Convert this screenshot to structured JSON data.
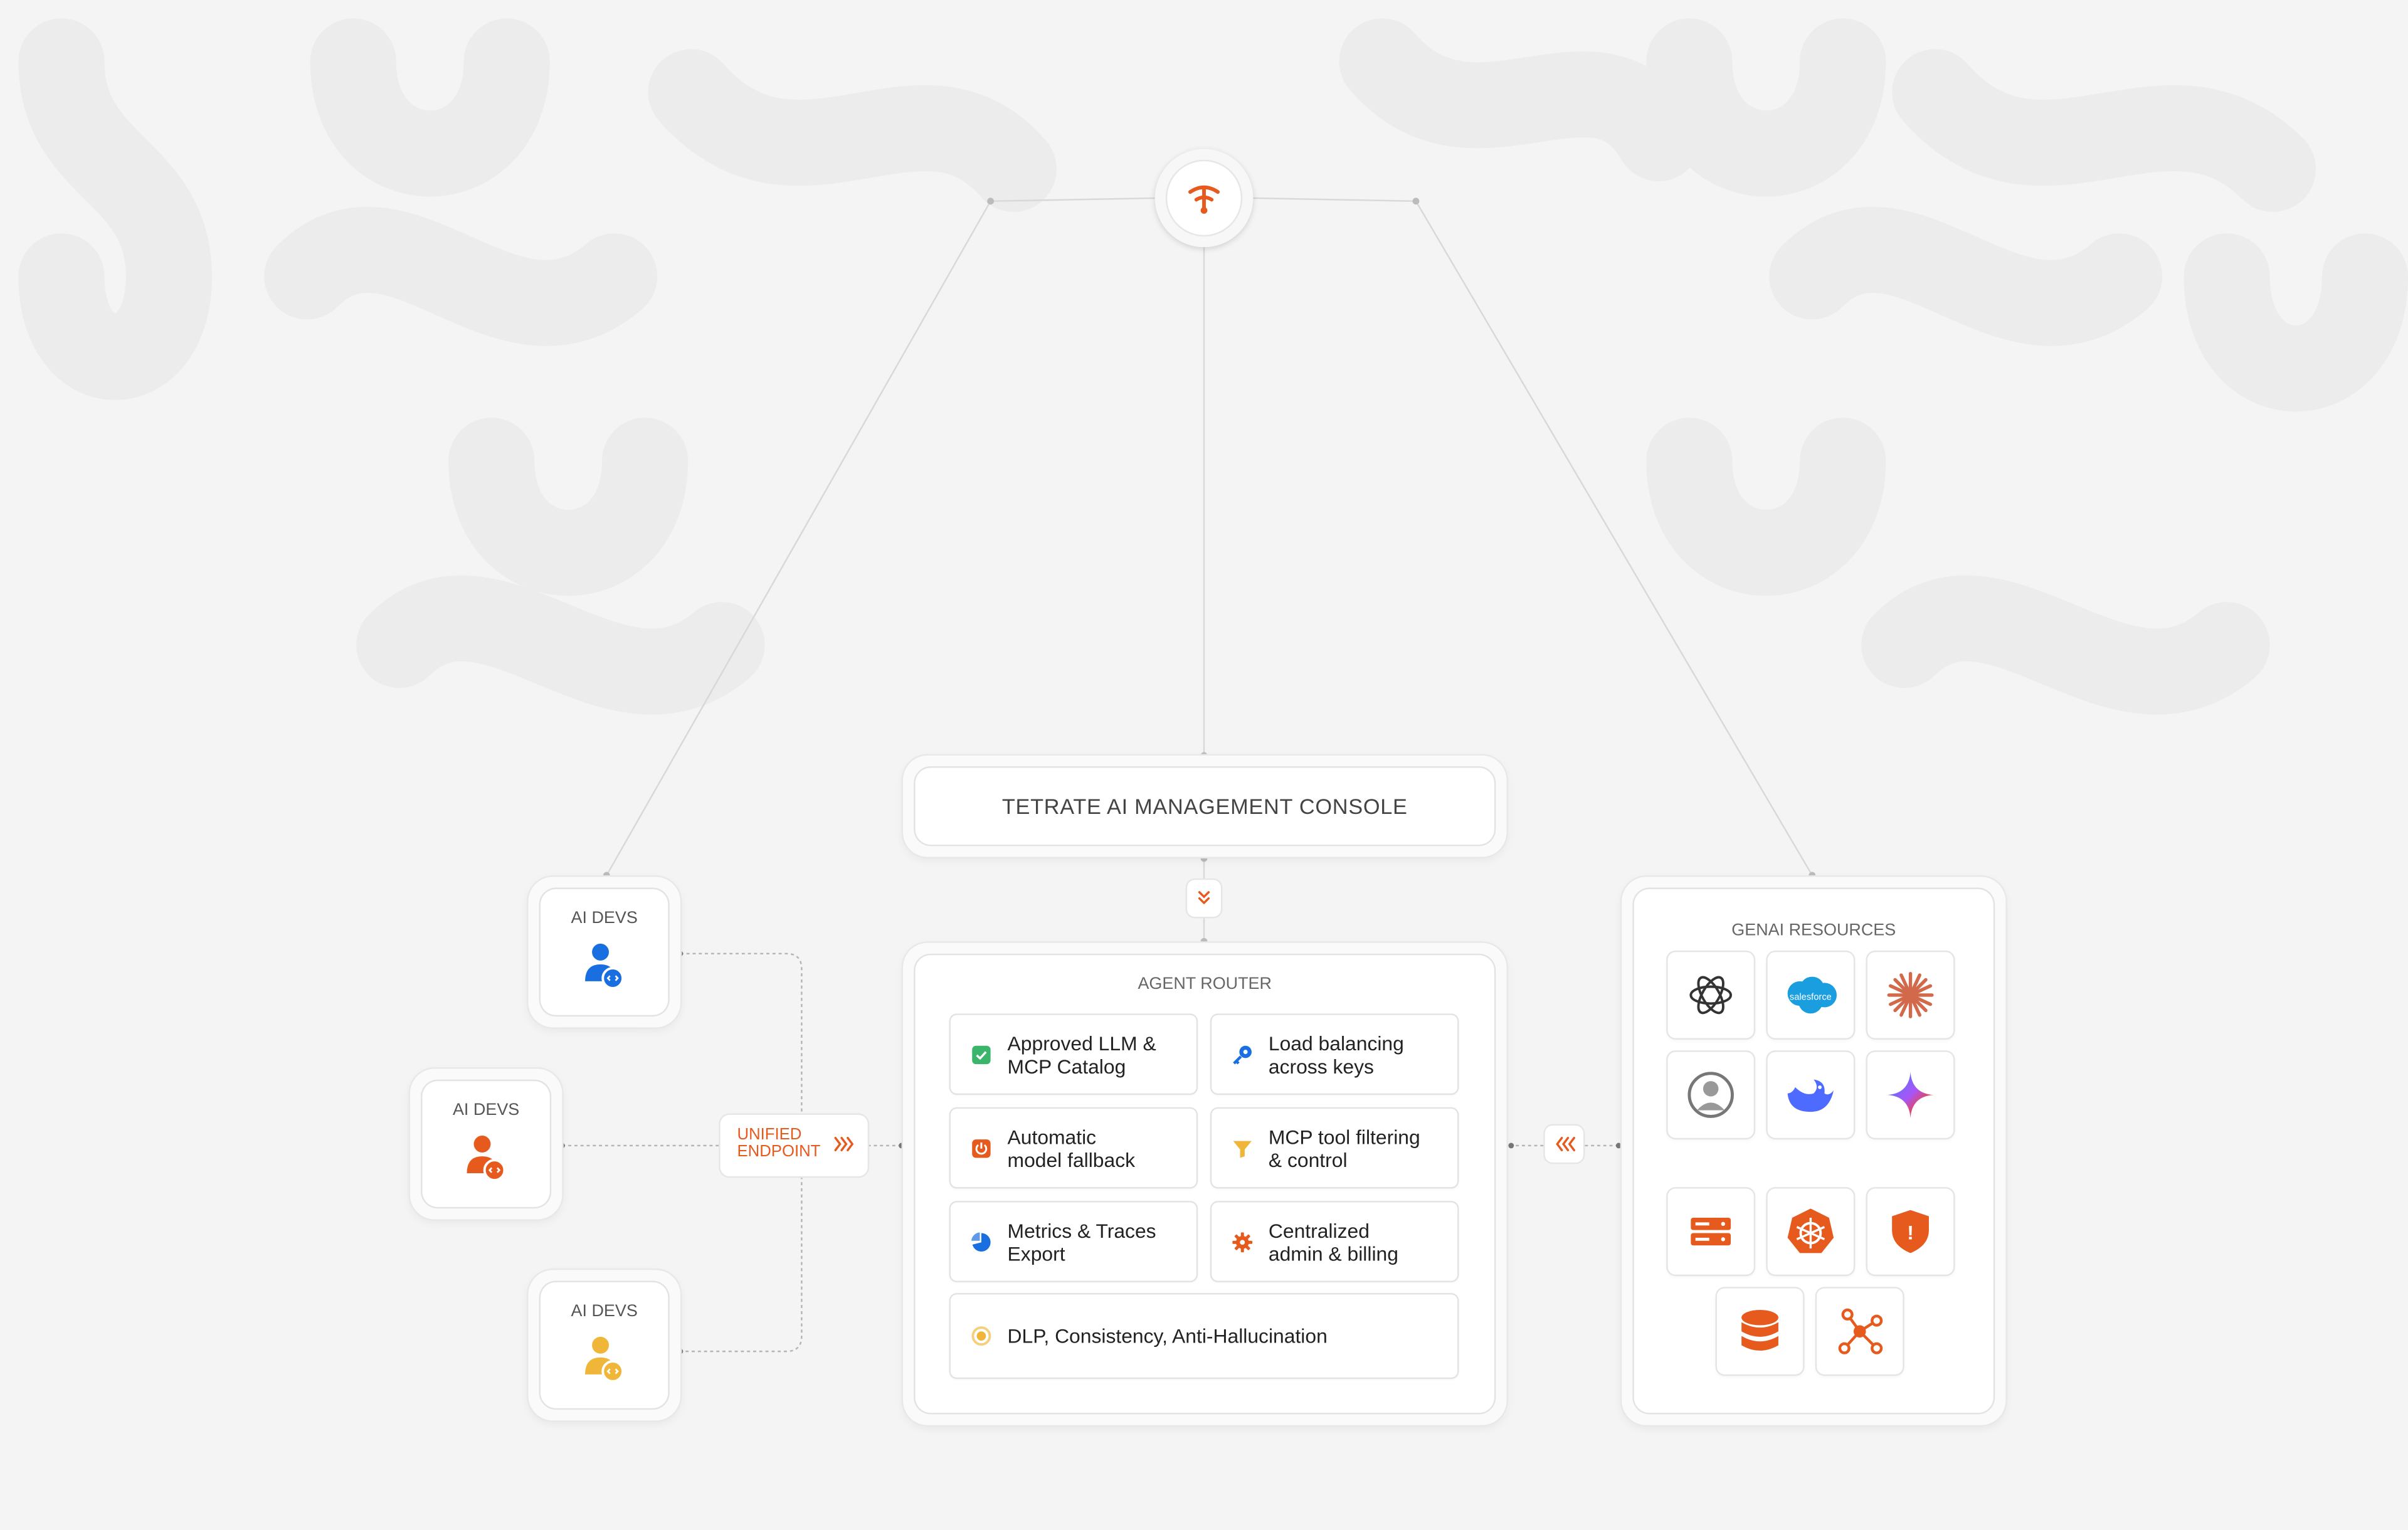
{
  "console": {
    "title": "TETRATE AI MANAGEMENT CONSOLE"
  },
  "devs": [
    {
      "label": "AI DEVS",
      "color": "#1a6fe0"
    },
    {
      "label": "AI DEVS",
      "color": "#e65a1e"
    },
    {
      "label": "AI DEVS",
      "color": "#f0b63a"
    }
  ],
  "endpoint": {
    "label_line1": "UNIFIED",
    "label_line2": "ENDPOINT"
  },
  "router": {
    "title": "AGENT ROUTER",
    "features": [
      {
        "line1": "Approved LLM &",
        "line2": "MCP Catalog",
        "icon": "check-badge-icon"
      },
      {
        "line1": "Load balancing",
        "line2": "across keys",
        "icon": "key-icon"
      },
      {
        "line1": "Automatic",
        "line2": "model fallback",
        "icon": "power-icon"
      },
      {
        "line1": "MCP tool filtering",
        "line2": "& control",
        "icon": "funnel-icon"
      },
      {
        "line1": "Metrics & Traces",
        "line2": "Export",
        "icon": "pie-chart-icon"
      },
      {
        "line1": "Centralized",
        "line2": "admin & billing",
        "icon": "gear-icon"
      },
      {
        "line1": "DLP, Consistency, Anti-Hallucination",
        "line2": "",
        "icon": "shield-circle-icon"
      }
    ]
  },
  "resources": {
    "title": "GENAI RESOURCES",
    "salesforce_label": "salesforce",
    "alert_label": "!",
    "items": [
      "openai-icon",
      "salesforce-icon",
      "anthropic-icon",
      "user-circle-icon",
      "deepseek-icon",
      "gemini-icon",
      "server-icon",
      "kubernetes-icon",
      "shield-alert-icon",
      "database-icon",
      "network-icon"
    ]
  },
  "colors": {
    "accent": "#e65a1e",
    "blue": "#1a6fe0",
    "yellow": "#f0b63a",
    "green": "#3bb56b"
  }
}
